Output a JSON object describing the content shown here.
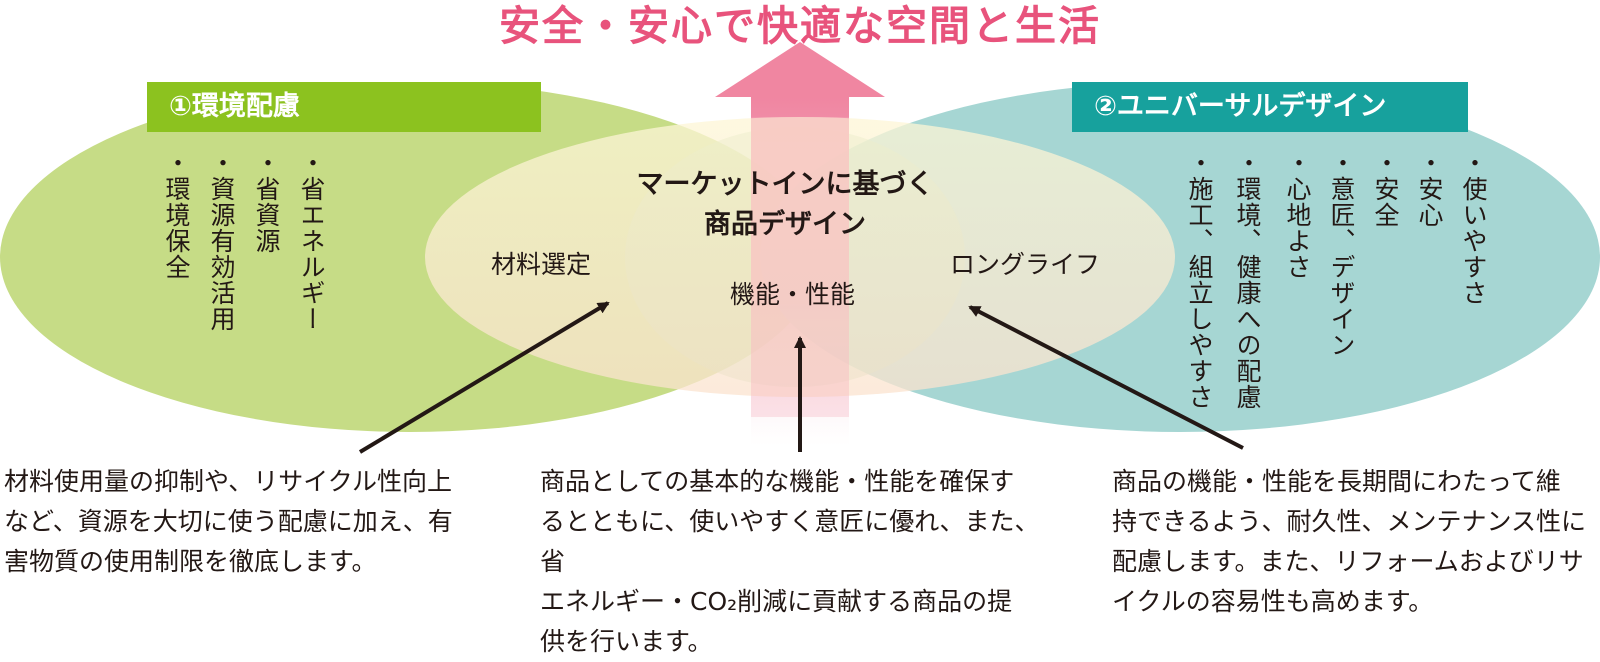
{
  "title": "安全・安心で快適な空間と生活",
  "left": {
    "heading": "①環境配慮",
    "items": [
      "・省エネルギー",
      "・省資源",
      "・資源有効活用",
      "・環境保全"
    ],
    "description": [
      "材料使用量の抑制や、リサイクル性向上",
      "など、資源を大切に使う配慮に加え、有",
      "害物質の使用制限を徹底します。"
    ]
  },
  "right": {
    "heading": "②ユニバーサルデザイン",
    "items": [
      "・使いやすさ",
      "・安心",
      "・安全",
      "・意匠、デザイン",
      "・心地よさ",
      "・環境、健康への配慮",
      "・施工、組立しやすさ"
    ],
    "description": [
      "商品の機能・性能を長期間にわたって維",
      "持できるよう、耐久性、メンテナンス性に",
      "配慮します。また、リフォームおよびリサ",
      "イクルの容易性も高めます。"
    ]
  },
  "center": {
    "heading_line1": "マーケットインに基づく",
    "heading_line2": "商品デザイン",
    "label_left": "材料選定",
    "label_center": "機能・性能",
    "label_right": "ロングライフ",
    "description": [
      "商品としての基本的な機能・性能を確保す",
      "るとともに、使いやすく意匠に優れ、また、省",
      "エネルギー・CO₂削減に貢献する商品の提",
      "供を行います。"
    ]
  },
  "colors": {
    "title": "#e8537c",
    "left_ellipse": "#c5dc83",
    "left_header": "#8cc21f",
    "right_ellipse": "#a6d6d3",
    "right_header": "#17a19d",
    "center_ellipse": "#fbf1c8",
    "arrow_up": "#f08aa3",
    "pointer_arrows": "#231815"
  }
}
